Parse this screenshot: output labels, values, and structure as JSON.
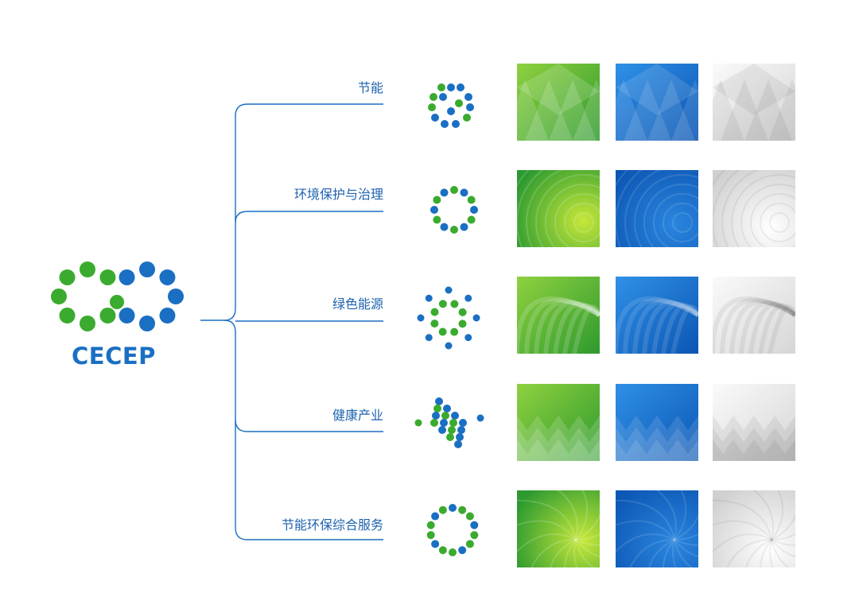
{
  "brand": {
    "name": "CECEP",
    "green": "#3aab2e",
    "blue": "#1a6fc3"
  },
  "branches": [
    {
      "label": "节能",
      "icon": "hexagon-dots-icon",
      "pattern": "triangles"
    },
    {
      "label": "环境保护与治理",
      "icon": "ring-dots-icon",
      "pattern": "ripples"
    },
    {
      "label": "绿色能源",
      "icon": "radial-dots-icon",
      "pattern": "leaves"
    },
    {
      "label": "健康产业",
      "icon": "diamond-dots-icon",
      "pattern": "mountains"
    },
    {
      "label": "节能环保综合服务",
      "icon": "swirl-dots-icon",
      "pattern": "spiral"
    }
  ],
  "swatch_themes": [
    {
      "name": "green",
      "light": "#8fd13f",
      "dark": "#2e9a2e"
    },
    {
      "name": "blue",
      "light": "#2f90e6",
      "dark": "#0c56b4"
    },
    {
      "name": "white",
      "light": "#fafafa",
      "dark": "#d6d6d6"
    }
  ]
}
